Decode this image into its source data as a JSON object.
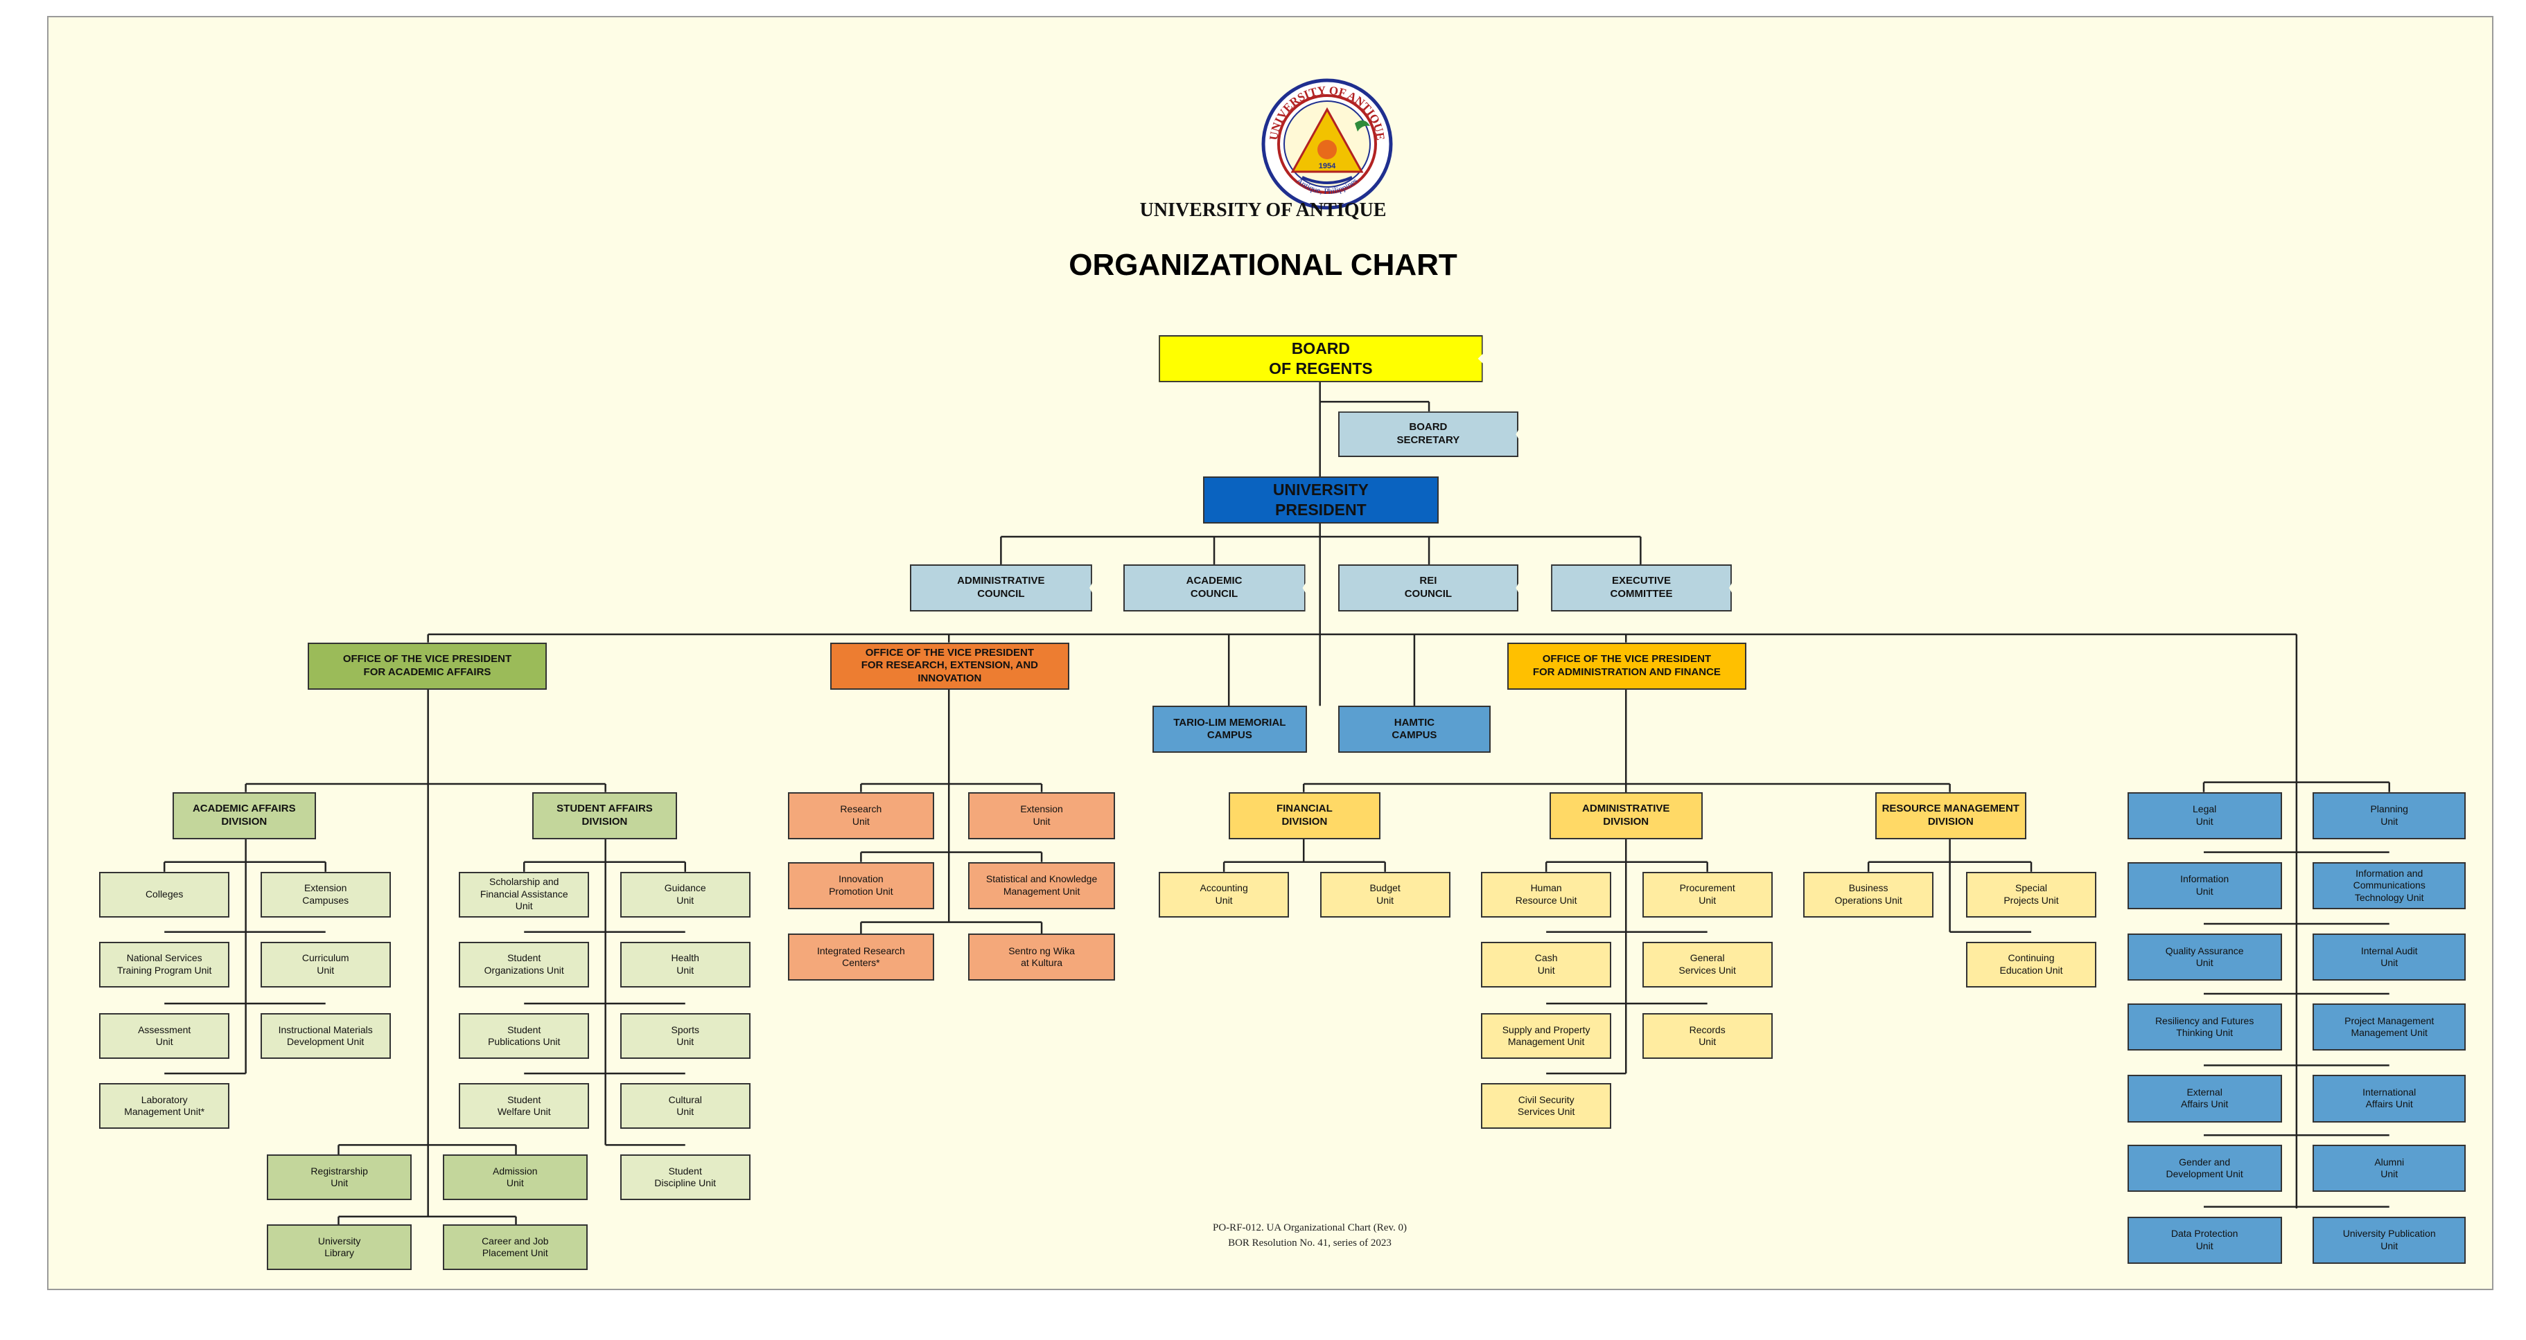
{
  "header": {
    "university": "UNIVERSITY OF ANTIQUE",
    "title": "ORGANIZATIONAL CHART",
    "seal_ring_text": "UNIVERSITY OF ANTIQUE",
    "seal_bottom_text": "Antique, Philippines",
    "seal_year": "1954"
  },
  "footer": {
    "line1": "PO-RF-012. UA Organizational Chart (Rev. 0)",
    "line2": "BOR Resolution No. 41, series of 2023"
  },
  "colors": {
    "board": "#ffff00",
    "president": "#0a63c0",
    "council": "#b7d4df",
    "academic": "#9bbb59",
    "academic_division": "#c3d69b",
    "academic_unit": "#e4ecc6",
    "research": "#ed7d31",
    "research_unit": "#f4a87a",
    "campus": "#5b9fd0",
    "admin_finance": "#ffc000",
    "admin_division": "#ffd966",
    "admin_unit": "#ffeca0",
    "office_unit": "#5b9fd0"
  },
  "nodes": {
    "board": "BOARD\nOF REGENTS",
    "board_secretary": "BOARD\nSECRETARY",
    "president": "UNIVERSITY\nPRESIDENT",
    "administrative_council": "ADMINISTRATIVE\nCOUNCIL",
    "academic_council": "ACADEMIC\nCOUNCIL",
    "rei_council": "REI\nCOUNCIL",
    "executive_committee": "EXECUTIVE\nCOMMITTEE",
    "ovp_academic": "OFFICE OF THE VICE PRESIDENT\nFOR ACADEMIC AFFAIRS",
    "ovp_research": "OFFICE OF THE VICE PRESIDENT\nFOR RESEARCH, EXTENSION, AND\nINNOVATION",
    "ovp_admin": "OFFICE OF THE VICE PRESIDENT\nFOR ADMINISTRATION AND FINANCE",
    "tario_lim_campus": "TARIO-LIM MEMORIAL\nCAMPUS",
    "hamtic_campus": "HAMTIC\nCAMPUS",
    "academic_affairs_division": "ACADEMIC AFFAIRS\nDIVISION",
    "student_affairs_division": "STUDENT AFFAIRS\nDIVISION",
    "colleges": "Colleges",
    "extension_campuses": "Extension\nCampuses",
    "nstp_unit": "National Services\nTraining Program Unit",
    "curriculum_unit": "Curriculum\nUnit",
    "assessment_unit": "Assessment\nUnit",
    "imd_unit": "Instructional Materials\nDevelopment Unit",
    "lab_mgmt_unit": "Laboratory\nManagement Unit*",
    "scholarship_unit": "Scholarship and\nFinancial Assistance\nUnit",
    "guidance_unit": "Guidance\nUnit",
    "student_org_unit": "Student\nOrganizations Unit",
    "health_unit": "Health\nUnit",
    "student_pub_unit": "Student\nPublications Unit",
    "sports_unit": "Sports\nUnit",
    "student_welfare_unit": "Student\nWelfare Unit",
    "cultural_unit": "Cultural\nUnit",
    "student_discipline_unit": "Student\nDiscipline Unit",
    "registrarship_unit": "Registrarship\nUnit",
    "admission_unit": "Admission\nUnit",
    "university_library": "University\nLibrary",
    "career_unit": "Career and Job\nPlacement Unit",
    "research_unit": "Research\nUnit",
    "extension_unit": "Extension\nUnit",
    "innovation_unit": "Innovation\nPromotion Unit",
    "stat_knowledge_unit": "Statistical and Knowledge\nManagement Unit",
    "integrated_research": "Integrated Research\nCenters*",
    "sentro_wika": "Sentro ng Wika\nat Kultura",
    "financial_division": "FINANCIAL\nDIVISION",
    "accounting_unit": "Accounting\nUnit",
    "budget_unit": "Budget\nUnit",
    "administrative_division": "ADMINISTRATIVE\nDIVISION",
    "human_resource_unit": "Human\nResource Unit",
    "procurement_unit": "Procurement\nUnit",
    "cash_unit": "Cash\nUnit",
    "general_services_unit": "General\nServices Unit",
    "supply_property_unit": "Supply and Property\nManagement Unit",
    "records_unit": "Records\nUnit",
    "civil_security_unit": "Civil Security\nServices Unit",
    "resource_mgmt_division": "RESOURCE MANAGEMENT\nDIVISION",
    "business_ops_unit": "Business\nOperations Unit",
    "special_projects_unit": "Special\nProjects Unit",
    "continuing_ed_unit": "Continuing\nEducation Unit",
    "legal_unit": "Legal\nUnit",
    "planning_unit": "Planning\nUnit",
    "information_unit": "Information\nUnit",
    "ict_unit": "Information and\nCommunications\nTechnology Unit",
    "quality_assurance_unit": "Quality Assurance\nUnit",
    "internal_audit_unit": "Internal Audit\nUnit",
    "resiliency_unit": "Resiliency and Futures\nThinking Unit",
    "project_mgmt_unit": "Project Management\nManagement Unit",
    "external_affairs_unit": "External\nAffairs Unit",
    "international_affairs_unit": "International\nAffairs Unit",
    "gad_unit": "Gender and\nDevelopment Unit",
    "alumni_unit": "Alumni\nUnit",
    "data_protection_unit": "Data Protection\nUnit",
    "publication_unit": "University Publication\nUnit"
  }
}
